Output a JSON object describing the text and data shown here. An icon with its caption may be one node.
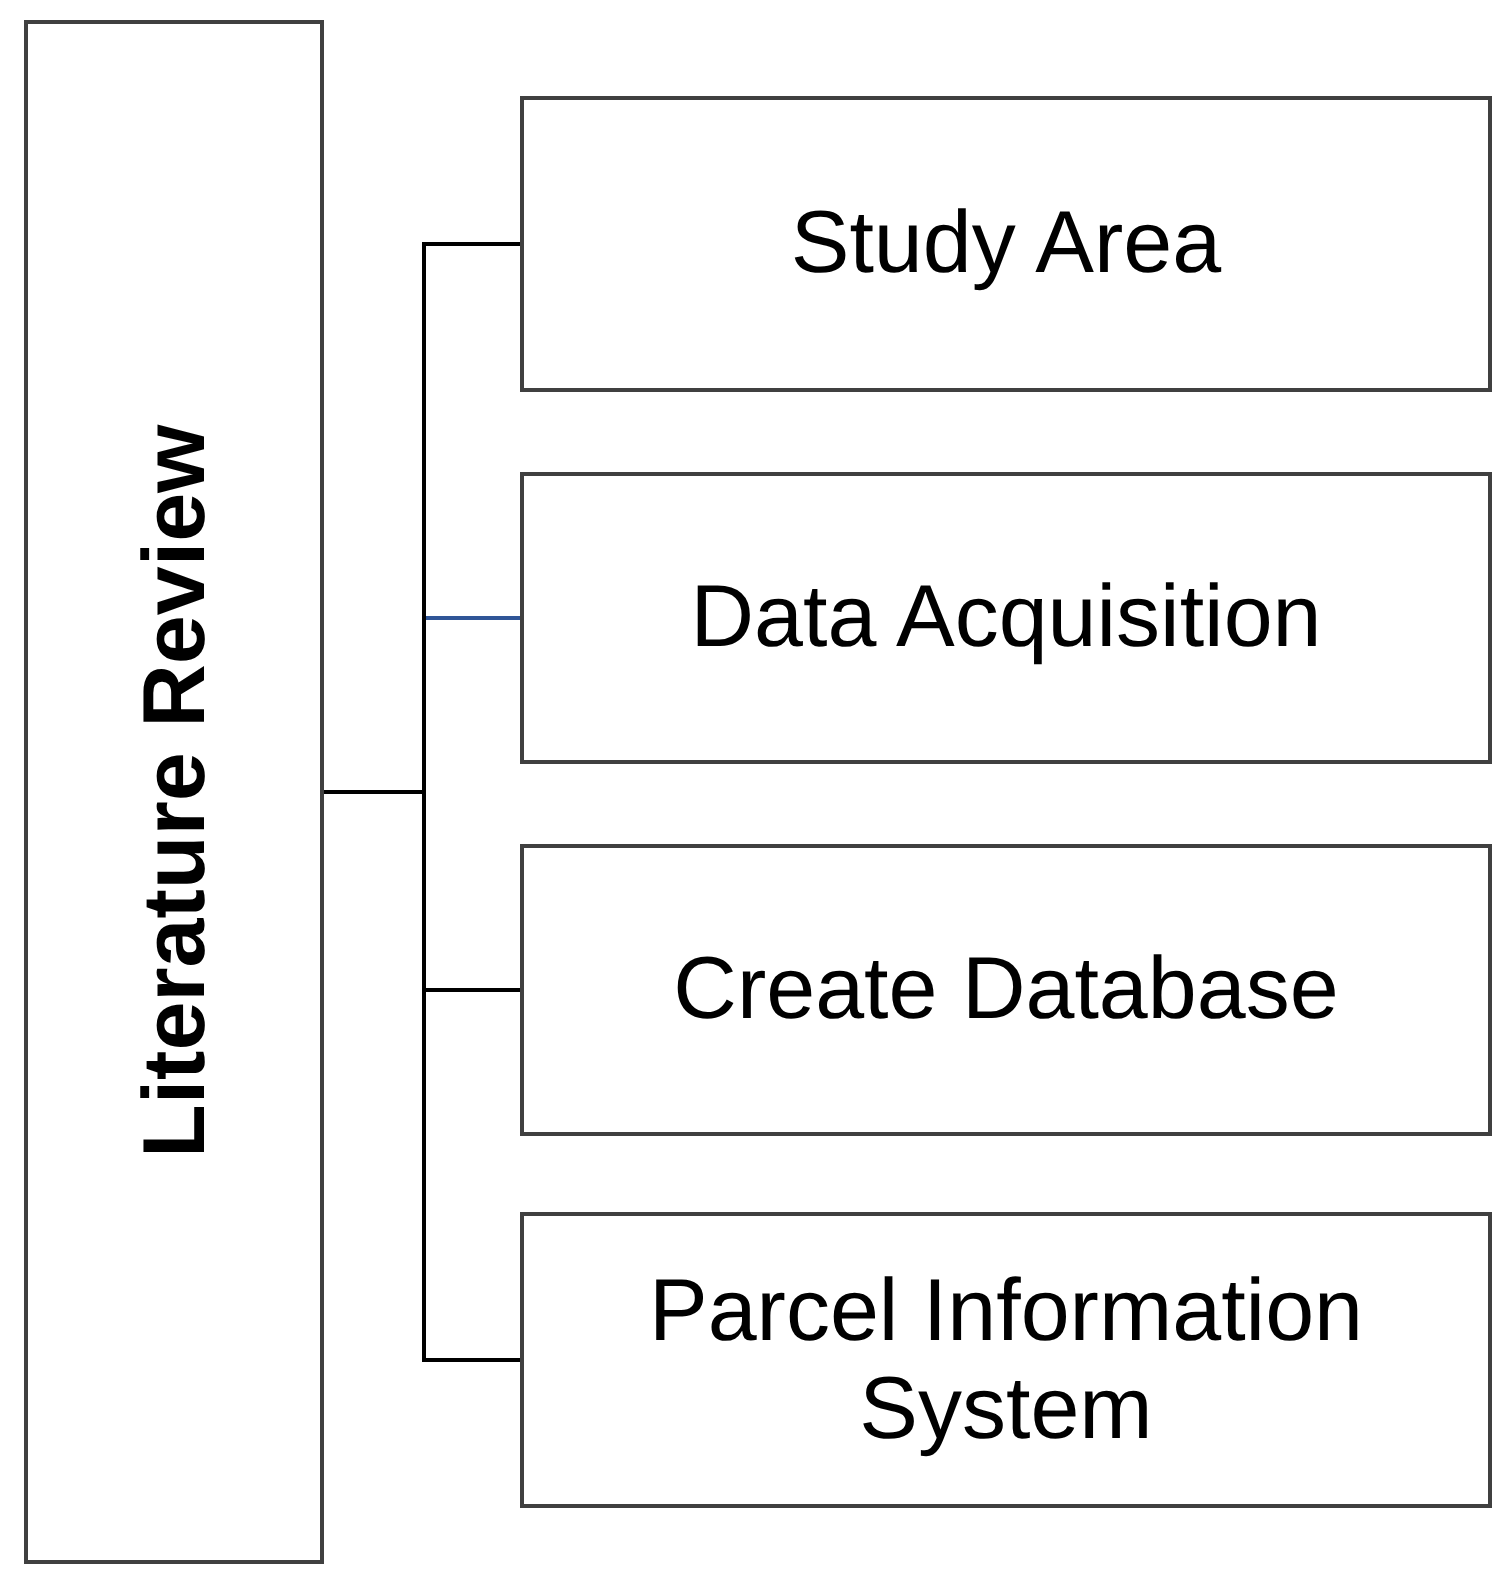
{
  "diagram": {
    "nodes": [
      {
        "text": [
          "Literature Review"
        ]
      },
      {
        "text": [
          "Study Area"
        ]
      },
      {
        "text": [
          "Data Acquisition"
        ]
      },
      {
        "text": [
          "Create Database"
        ]
      },
      {
        "text": [
          "Parcel Information System"
        ]
      }
    ],
    "edges": [
      {
        "from": 0,
        "to": 1,
        "arrow": "none"
      },
      {
        "from": 0,
        "to": 2,
        "arrow": "none",
        "color": "#2f5597"
      },
      {
        "from": 0,
        "to": 3,
        "arrow": "none"
      },
      {
        "from": 0,
        "to": 4,
        "arrow": "none"
      }
    ]
  }
}
